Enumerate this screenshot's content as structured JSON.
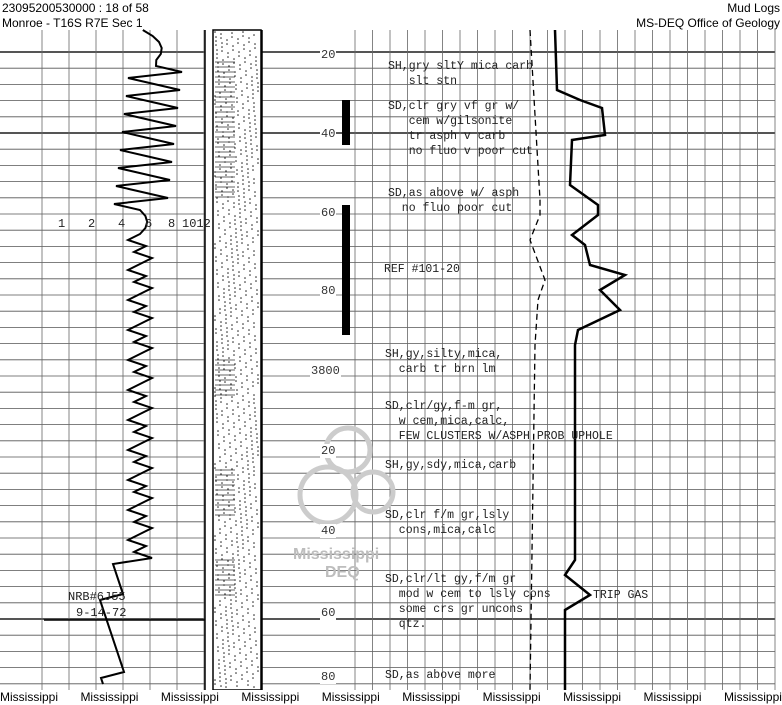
{
  "header": {
    "doc_id": "23095200530000 : 18 of 58",
    "location": "Monroe - T16S R7E Sec 1",
    "doc_type": "Mud Logs",
    "agency": "MS-DEQ Office of Geology"
  },
  "scale_labels": [
    "1",
    "2",
    "4",
    "6",
    "8",
    "1012"
  ],
  "depth_labels": [
    "20",
    "40",
    "60",
    "80",
    "3800",
    "20",
    "40",
    "60",
    "80"
  ],
  "handwritten": {
    "well": "NRB#6J55",
    "date": "9-14-72"
  },
  "descriptions": [
    "SH,gry sltY mica carb\n   slt stn",
    "SD,clr gry vf gr w/\n   cem w/gilsonite\n   tr asph v carb\n   no fluo v poor cut",
    "SD,as above w/ asph\n  no fluo poor cut",
    "REF #101-20",
    "SH,gy,silty,mica,\n  carb tr brn lm",
    "SD,clr/gy,f-m gr,\n  w cem,mica,calc,\n  FEW CLUSTERS W/ASPH PROB UPHOLE",
    "SH,gy,sdy,mica,carb",
    "SD,clr f/m gr,lsly\n  cons,mica,calc",
    "SD,clr/lt gy,f/m gr\n  mod w cem to lsly cons\n  some crs gr uncons\n  qtz.",
    "SD,as above more"
  ],
  "annotation": "TRIP GAS",
  "stamp": {
    "line1": "Mississippi",
    "line2": "DEQ"
  },
  "watermark": [
    "Mississippi",
    "Mississippi",
    "Mississippi",
    "Mississippi",
    "Mississippi",
    "Mississippi",
    "Mississippi",
    "Mississippi",
    "Mississippi",
    "Mississippi"
  ]
}
